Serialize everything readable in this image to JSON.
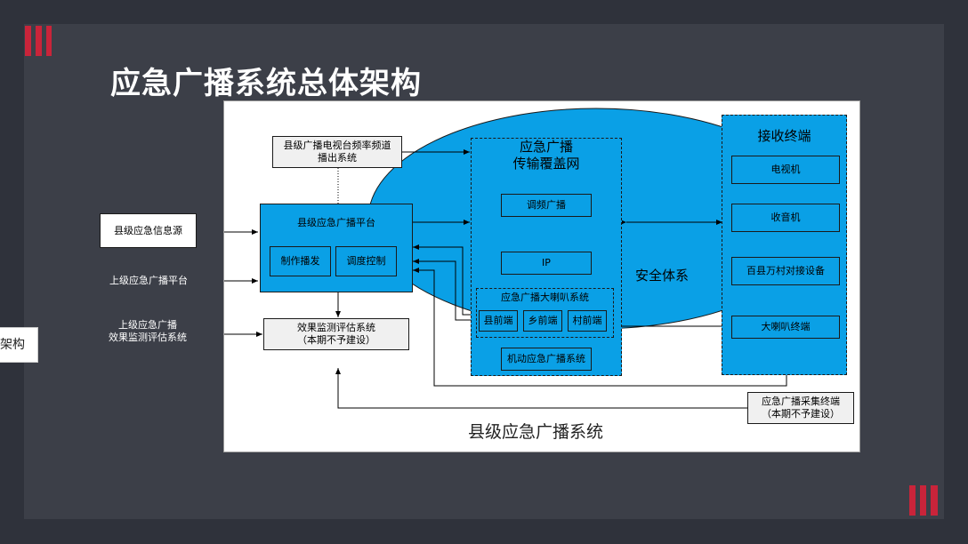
{
  "slide": {
    "title": "应急广播系统总体架构",
    "side_tab": "架构",
    "accent_color": "#c9243a",
    "background_color": "#3c3f48"
  },
  "diagram": {
    "caption": "县级应急广播系统",
    "tv_channel": "县级广播电视台频率频道\n播出系统",
    "info_source": "县级应急信息源",
    "upper_platform": "上级应急广播平台",
    "upper_monitor": "上级应急广播\n效果监测评估系统",
    "platform": {
      "title": "县级应急广播平台",
      "produce": "制作播发",
      "control": "调度控制"
    },
    "monitor": "效果监测评估系统\n（本期不予建设）",
    "network": {
      "title": "应急广播\n传输覆盖网",
      "fm": "调频广播",
      "ip": "IP",
      "speaker_system": "应急广播大喇叭系统",
      "county": "县前端",
      "town": "乡前端",
      "village": "村前端",
      "mobile": "机动应急广播系统"
    },
    "security": "安全体系",
    "terminals": {
      "title": "接收终端",
      "tv": "电视机",
      "radio": "收音机",
      "village_device": "百县万村对接设备",
      "speaker": "大喇叭终端"
    },
    "collector": "应急广播采集终端\n（本期不予建设）",
    "colors": {
      "blue": "#0aa0e6",
      "box_fill": "#f0f0f0"
    }
  }
}
